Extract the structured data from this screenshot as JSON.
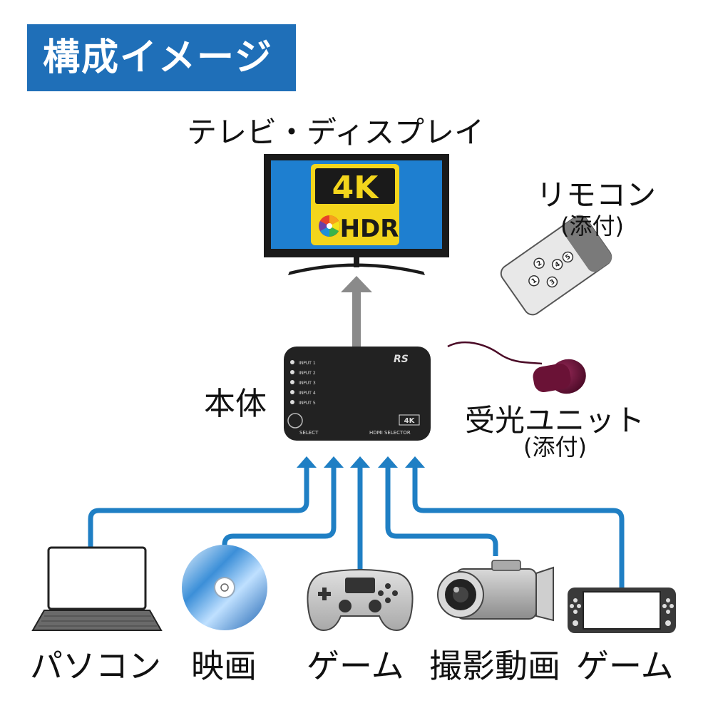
{
  "header": {
    "title": "構成イメージ"
  },
  "tv": {
    "label": "テレビ・ディスプレイ",
    "badge_top": "4K",
    "badge_bottom": "HDR"
  },
  "remote": {
    "label": "リモコン",
    "note": "(添付)",
    "buttons": [
      "1",
      "2",
      "3",
      "4",
      "5"
    ]
  },
  "receiver": {
    "label": "受光ユニット",
    "note": "(添付)"
  },
  "unit": {
    "label": "本体",
    "inputs": [
      "INPUT 1",
      "INPUT 2",
      "INPUT 3",
      "INPUT 4",
      "INPUT 5"
    ],
    "select_label": "SELECT",
    "product_label": "HDMI SELECTOR",
    "badge": "4K"
  },
  "devices": [
    {
      "label": "パソコン",
      "icon": "laptop-icon"
    },
    {
      "label": "映画",
      "icon": "disc-icon"
    },
    {
      "label": "ゲーム",
      "icon": "gamepad-icon"
    },
    {
      "label": "撮影動画",
      "icon": "camcorder-icon"
    },
    {
      "label": "ゲーム",
      "icon": "handheld-console-icon"
    }
  ],
  "colors": {
    "accent": "#1f6fb8",
    "connector": "#1f7fc4",
    "output_arrow": "#8a8a8a",
    "unit_body": "#222222"
  }
}
